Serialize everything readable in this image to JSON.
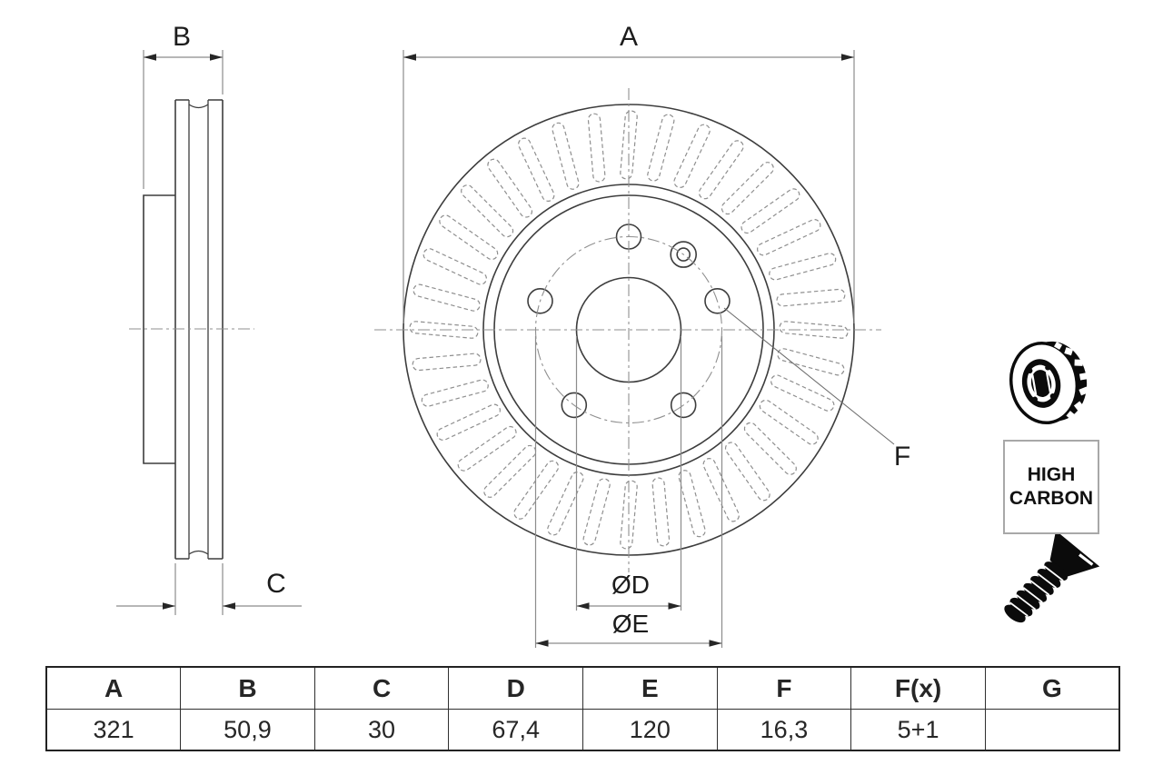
{
  "drawing": {
    "labels": {
      "A": "A",
      "B": "B",
      "C": "C",
      "F": "F",
      "diameter_d": "ØD",
      "diameter_e": "ØE"
    },
    "badge": {
      "line1": "HIGH",
      "line2": "CARBON"
    },
    "icons": {
      "disc_3d": "brake-disc-3d-icon",
      "screw": "countersunk-screw-icon"
    },
    "colors": {
      "outline": "#3d3d3d",
      "dimension": "#8c8c8c",
      "arrow": "#262626",
      "text": "#1c1c1c",
      "badge_border": "#a8a8a8"
    }
  },
  "table": {
    "headers": [
      "A",
      "B",
      "C",
      "D",
      "E",
      "F",
      "F(x)",
      "G"
    ],
    "values": [
      "321",
      "50,9",
      "30",
      "67,4",
      "120",
      "16,3",
      "5+1",
      ""
    ]
  }
}
